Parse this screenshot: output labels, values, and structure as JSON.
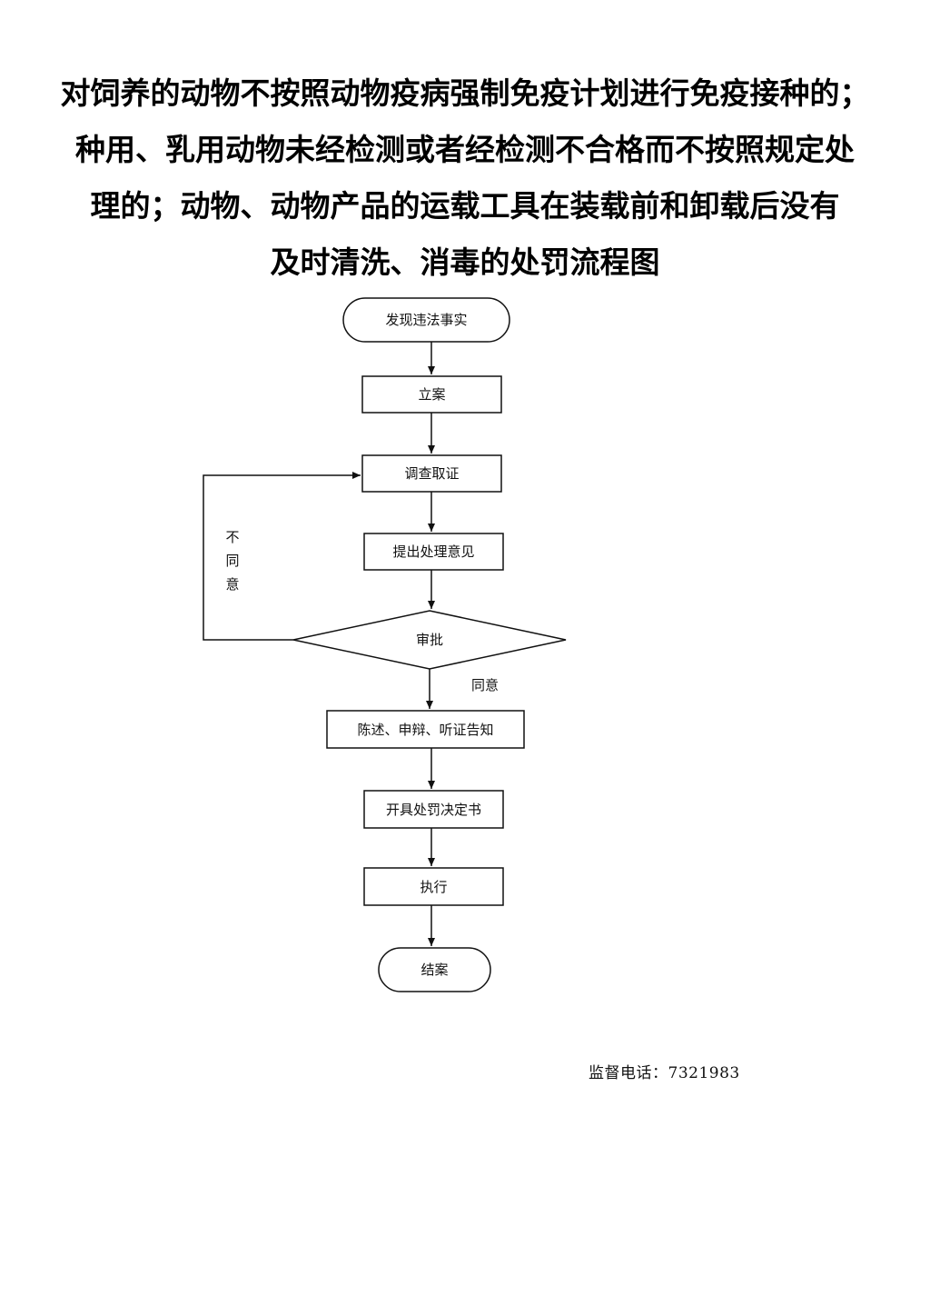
{
  "title": {
    "line1": "对饲养的动物不按照动物疫病强制免疫计划进行免疫接种的；",
    "line2": "种用、乳用动物未经检测或者经检测不合格而不按照规定处",
    "line3": "理的；动物、动物产品的运载工具在装载前和卸载后没有",
    "line4": "及时清洗、消毒的处罚流程图"
  },
  "flow": {
    "start": "发现违法事实",
    "step_register": "立案",
    "step_investigate": "调查取证",
    "step_propose": "提出处理意见",
    "decision_approve": "审批",
    "label_disagree_1": "不",
    "label_disagree_2": "同",
    "label_disagree_3": "意",
    "label_agree": "同意",
    "step_notify": "陈述、申辩、听证告知",
    "step_decision": "开具处罚决定书",
    "step_execute": "执行",
    "end": "结案"
  },
  "hotline": {
    "label": "监督电话：",
    "number": "7321983"
  }
}
